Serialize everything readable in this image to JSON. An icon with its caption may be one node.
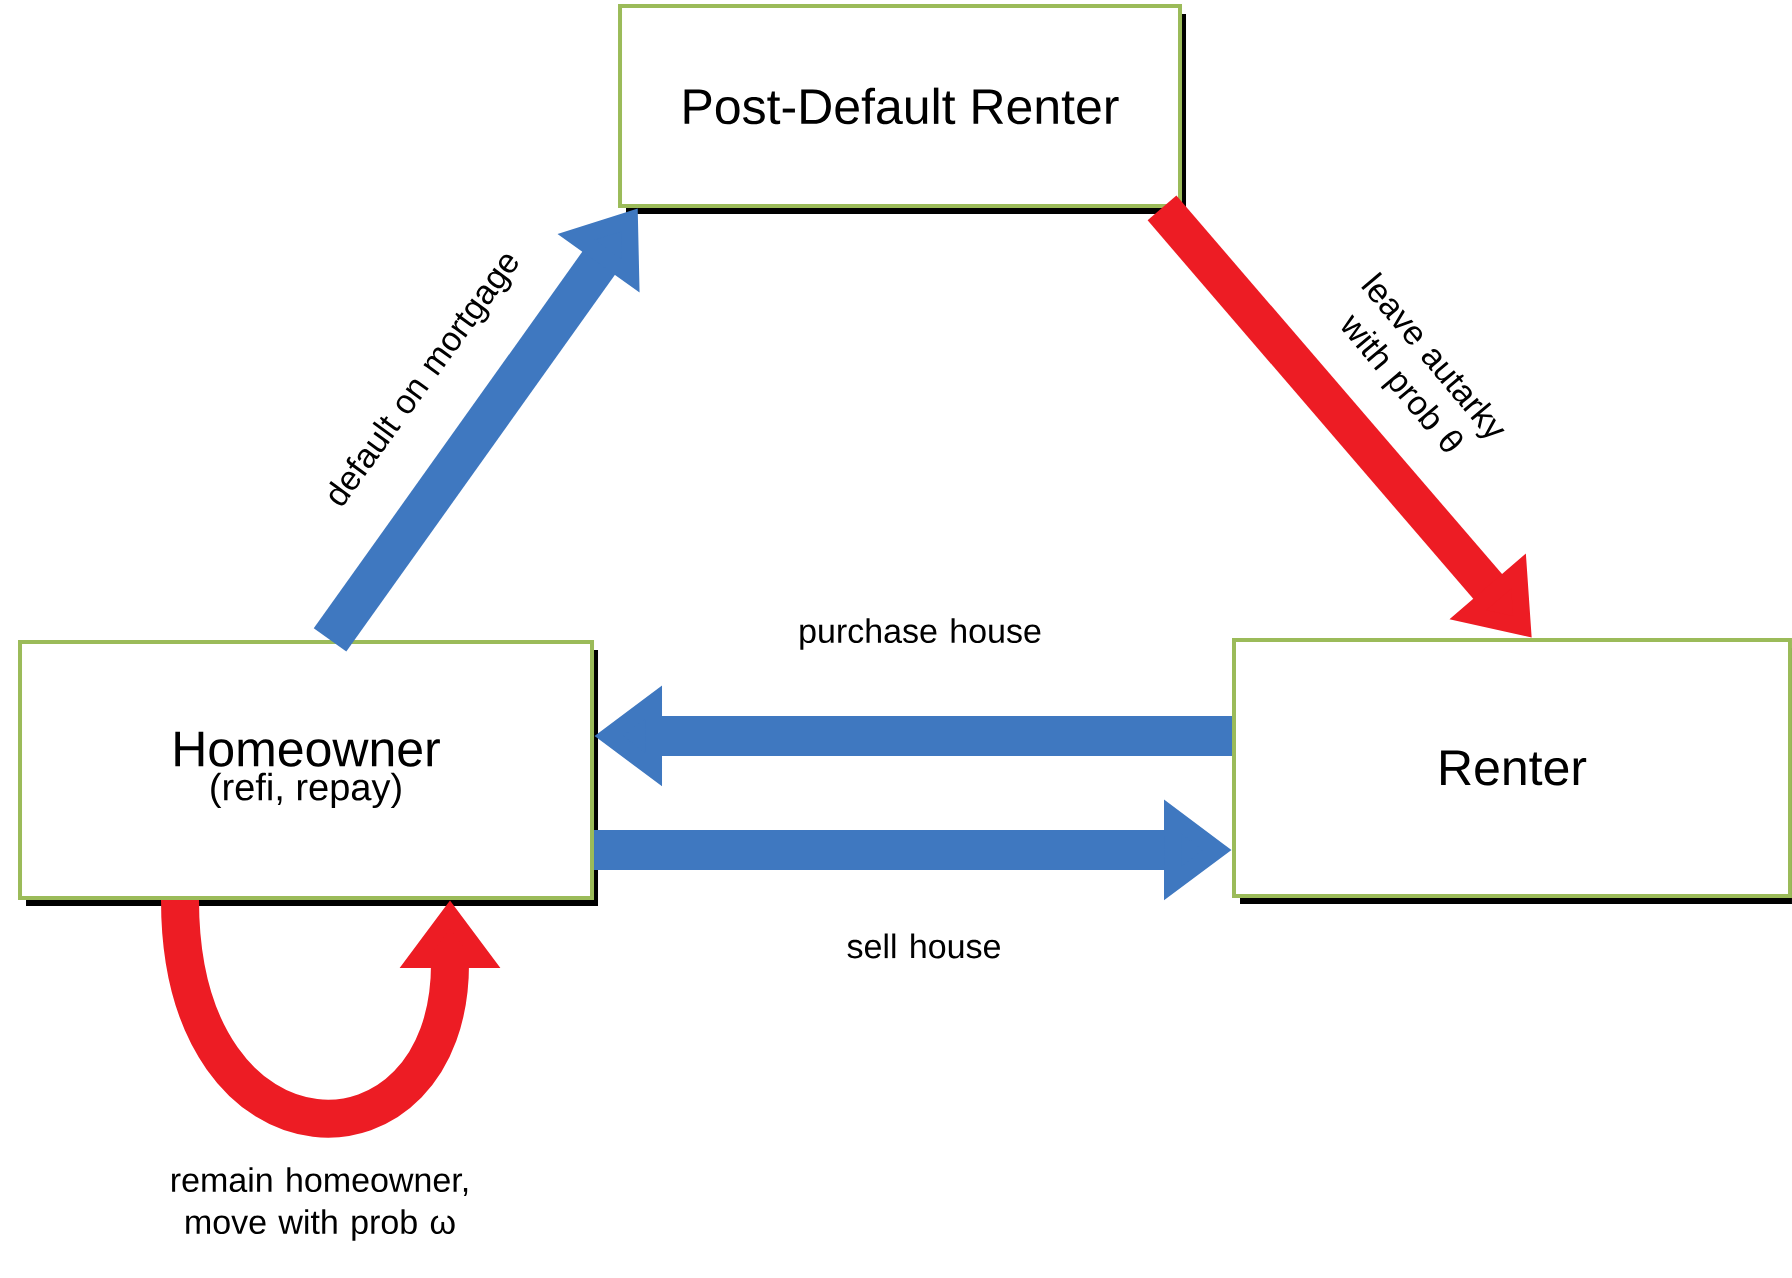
{
  "diagram": {
    "nodes": [
      {
        "text": [
          "Post-Default Renter"
        ]
      },
      {
        "text": [
          "Homeowner",
          "(refi, repay)"
        ]
      },
      {
        "text": [
          "Renter"
        ]
      }
    ],
    "edges": [
      {
        "from": 1,
        "to": 0,
        "arrow": "to",
        "label": "default on mortgage"
      },
      {
        "from": 0,
        "to": 2,
        "arrow": "to",
        "label": "leave autarky with prob θ",
        "color": "#ed1c24"
      },
      {
        "from": 2,
        "to": 1,
        "arrow": "to",
        "label": "purchase house"
      },
      {
        "from": 1,
        "to": 2,
        "arrow": "to",
        "label": "sell house"
      },
      {
        "from": 1,
        "to": 1,
        "arrow": "to",
        "label": "remain homeowner, move with prob ω",
        "color": "#ed1c24"
      }
    ]
  }
}
